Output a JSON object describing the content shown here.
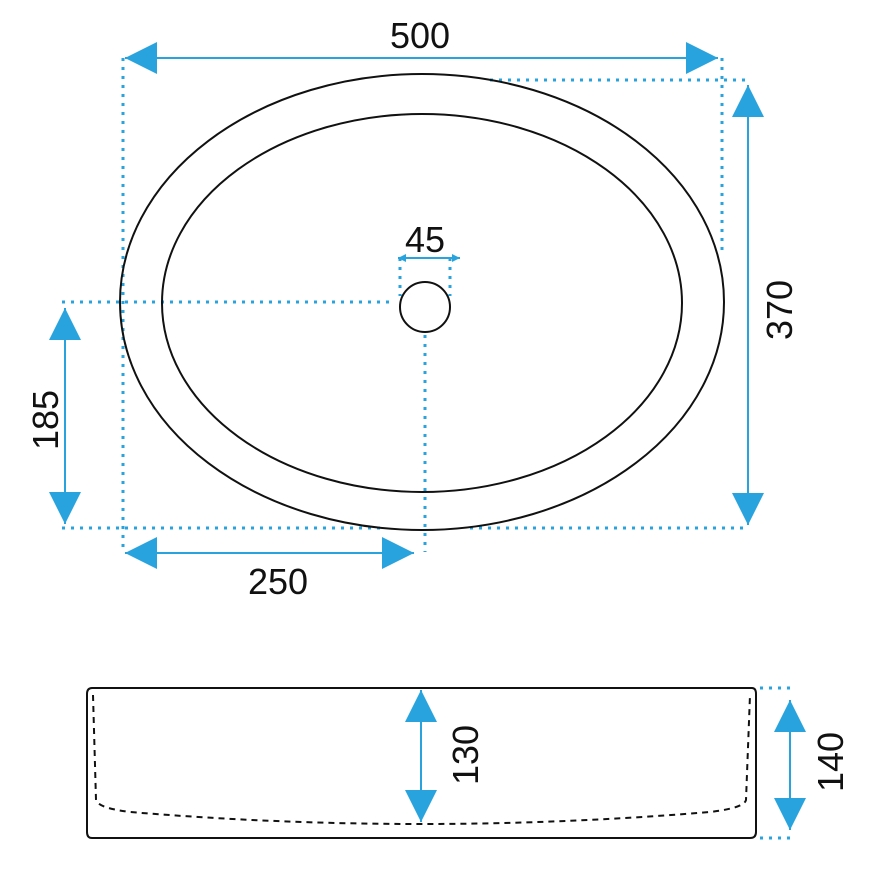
{
  "colors": {
    "dimension": "#29a3dd",
    "outline": "#111111"
  },
  "top_view": {
    "width_label": "500",
    "depth_label": "370",
    "center_depth_label": "185",
    "center_width_label": "250",
    "drain_label": "45"
  },
  "side_view": {
    "inner_height_label": "130",
    "outer_height_label": "140"
  }
}
